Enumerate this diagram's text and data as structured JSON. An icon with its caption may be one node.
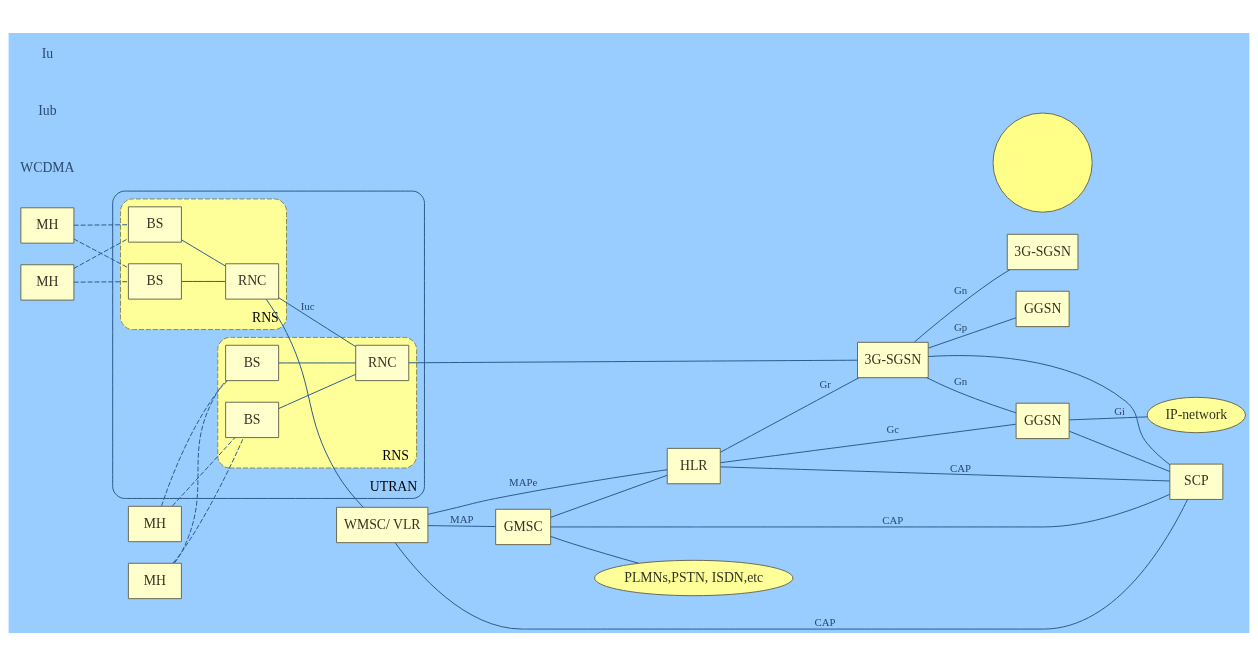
{
  "diagram": {
    "nodes": [
      {
        "text": [
          "UTRAN"
        ]
      },
      {
        "text": [
          "RNS"
        ],
        "in": 0
      },
      {
        "text": [
          "BS"
        ],
        "in": 1
      },
      {
        "text": [
          "BS"
        ],
        "in": 1
      },
      {
        "text": [
          "RNC"
        ],
        "in": 1
      },
      {
        "text": [
          "RNS"
        ],
        "in": 0
      },
      {
        "text": [
          "BS"
        ],
        "in": 5
      },
      {
        "text": [
          "BS"
        ],
        "in": 5
      },
      {
        "text": [
          "RNC"
        ],
        "in": 5
      },
      {
        "text": [
          "MH"
        ]
      },
      {
        "text": [
          "MH"
        ]
      },
      {
        "text": [
          "MH"
        ]
      },
      {
        "text": [
          "MH"
        ]
      },
      {
        "text": [
          "WMSC/ VLR"
        ]
      },
      {
        "text": [
          "GMSC"
        ]
      },
      {
        "text": [
          "PLMNs,PSTN, ISDN,etc"
        ]
      },
      {
        "text": [
          "HLR"
        ]
      },
      {
        "text": [
          "SCP"
        ]
      },
      {
        "text": [
          "3G-SGSN"
        ]
      },
      {
        "text": [
          "GGSN"
        ]
      },
      {
        "text": [
          "IP-network"
        ]
      },
      {
        "text": [
          "3G-SGSN"
        ]
      },
      {
        "text": [],
        "shape": "circle"
      },
      {
        "text": [
          "GGSN"
        ]
      }
    ],
    "edges": [
      {
        "from": 9,
        "to": 2,
        "arrow": "none",
        "style": "dashed"
      },
      {
        "from": 9,
        "to": 3,
        "arrow": "none",
        "style": "dashed"
      },
      {
        "from": 10,
        "to": 2,
        "arrow": "none",
        "style": "dashed"
      },
      {
        "from": 10,
        "to": 3,
        "arrow": "none",
        "style": "dashed"
      },
      {
        "from": 11,
        "to": 6,
        "arrow": "none",
        "style": "dashed"
      },
      {
        "from": 11,
        "to": 7,
        "arrow": "none",
        "style": "dashed"
      },
      {
        "from": 12,
        "to": 6,
        "arrow": "none",
        "style": "dashed"
      },
      {
        "from": 12,
        "to": 7,
        "arrow": "none",
        "style": "dashed"
      },
      {
        "from": 2,
        "to": 4,
        "arrow": "none"
      },
      {
        "from": 3,
        "to": 4,
        "arrow": "none"
      },
      {
        "from": 6,
        "to": 8,
        "arrow": "none"
      },
      {
        "from": 7,
        "to": 8,
        "arrow": "none"
      },
      {
        "from": 4,
        "to": 8,
        "label": "Iuc",
        "arrow": "none"
      },
      {
        "from": 4,
        "to": 13,
        "arrow": "none"
      },
      {
        "from": 8,
        "to": 18,
        "arrow": "none"
      },
      {
        "from": 13,
        "to": 14,
        "label": "MAP",
        "arrow": "none"
      },
      {
        "from": 14,
        "to": 15,
        "arrow": "none"
      },
      {
        "from": 13,
        "to": 16,
        "label": "MAPe",
        "arrow": "none"
      },
      {
        "from": 13,
        "to": 17,
        "label": "CAP",
        "arrow": "none"
      },
      {
        "from": 14,
        "to": 16,
        "arrow": "none"
      },
      {
        "from": 14,
        "to": 17,
        "label": "CAP",
        "arrow": "none"
      },
      {
        "from": 16,
        "to": 17,
        "label": "CAP",
        "arrow": "none"
      },
      {
        "from": 16,
        "to": 18,
        "label": "Gr",
        "arrow": "none"
      },
      {
        "from": 16,
        "to": 19,
        "label": "Gc",
        "arrow": "none"
      },
      {
        "from": 18,
        "to": 17,
        "arrow": "none"
      },
      {
        "from": 19,
        "to": 17,
        "arrow": "none"
      },
      {
        "from": 18,
        "to": 19,
        "label": "Gn",
        "arrow": "none"
      },
      {
        "from": 19,
        "to": 20,
        "label": "Gi",
        "arrow": "none"
      },
      {
        "from": 18,
        "to": 21,
        "label": "Gn",
        "arrow": "none"
      },
      {
        "from": 18,
        "to": 23,
        "label": "Gp",
        "arrow": "none"
      }
    ],
    "labels": [
      "WCDMA",
      "Iub",
      "Iu"
    ]
  }
}
